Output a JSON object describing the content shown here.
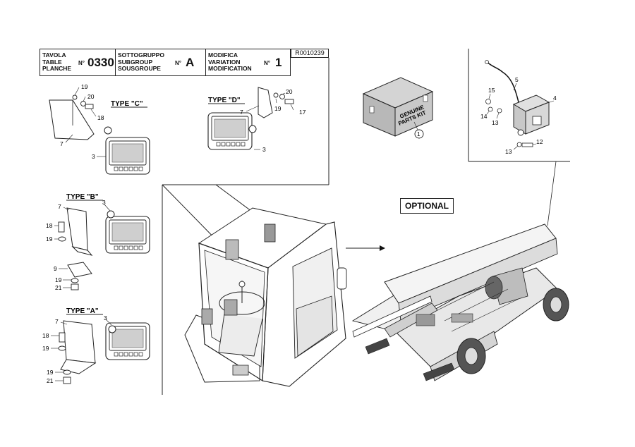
{
  "header": {
    "table_label_it": "TAVOLA",
    "table_label_en": "TABLE",
    "table_label_fr": "PLANCHE",
    "table_no_prefix": "N°",
    "table_no": "0330",
    "subgroup_label_it": "SOTTOGRUPPO",
    "subgroup_label_en": "SUBGROUP",
    "subgroup_label_fr": "SOUSGROUPE",
    "subgroup_no_prefix": "N°",
    "subgroup_no": "A",
    "mod_label_it": "MODIFICA",
    "mod_label_en": "VARIATION",
    "mod_label_fr": "MODIFICATION",
    "mod_no_prefix": "N°",
    "mod_no": "1"
  },
  "reference_code": "R0010239",
  "optional_label": "OPTIONAL",
  "kit_text_line1": "GENUINE",
  "kit_text_line2": "PARTS KIT",
  "types": {
    "c": "TYPE \"C\"",
    "d": "TYPE \"D\"",
    "b": "TYPE \"B\"",
    "a": "TYPE \"A\""
  },
  "callouts": {
    "c_19": "19",
    "c_20": "20",
    "c_18": "18",
    "c_7": "7",
    "c_3": "3",
    "d_20": "20",
    "d_7": "7",
    "d_19": "19",
    "d_17": "17",
    "d_3": "3",
    "b_7": "7",
    "b_3": "3",
    "b_18": "18",
    "b_19": "19",
    "b_9": "9",
    "b_19b": "19",
    "b_21": "21",
    "a_7": "7",
    "a_3": "3",
    "a_18": "18",
    "a_19": "19",
    "a_19b": "19",
    "a_21": "21",
    "k_1": "1",
    "o_5": "5",
    "o_4": "4",
    "o_15": "15",
    "o_14": "14",
    "o_13": "13",
    "o_13b": "13",
    "o_12": "12"
  },
  "icons": {
    "box": "parts-kit-box-icon",
    "monitor": "display-monitor-icon",
    "camera": "camera-icon",
    "cab": "operator-cab-icon",
    "machine": "reach-stacker-icon"
  }
}
